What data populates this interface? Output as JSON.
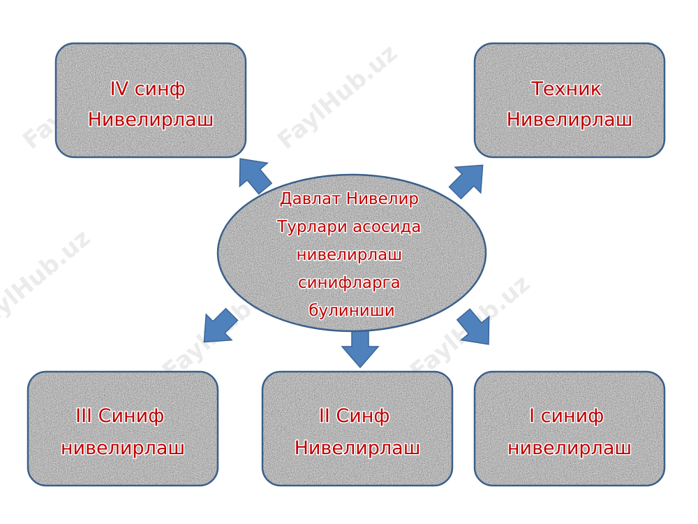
{
  "watermark": "FaylHub.uz",
  "colors": {
    "text": "#c00000",
    "node_border": "#3a5f8a",
    "arrow_fill": "#4f81bd",
    "arrow_stroke": "#3c6494",
    "texture_base": "#9a9a9a"
  },
  "center": {
    "lines": [
      "Давлат Нивелир",
      "Турлари асосида",
      "нивелирлаш",
      "синифларга",
      "булиниши"
    ]
  },
  "nodes": {
    "class4": {
      "lines": [
        "IV синф",
        "Нивелирлаш"
      ]
    },
    "technical": {
      "lines": [
        "Техник",
        "Нивелирлаш"
      ]
    },
    "class3": {
      "lines": [
        "III Синиф",
        "нивелирлаш"
      ]
    },
    "class2": {
      "lines": [
        "II Синф",
        "Нивелирлаш"
      ]
    },
    "class1": {
      "lines": [
        "I синиф",
        "нивелирлаш"
      ]
    }
  }
}
